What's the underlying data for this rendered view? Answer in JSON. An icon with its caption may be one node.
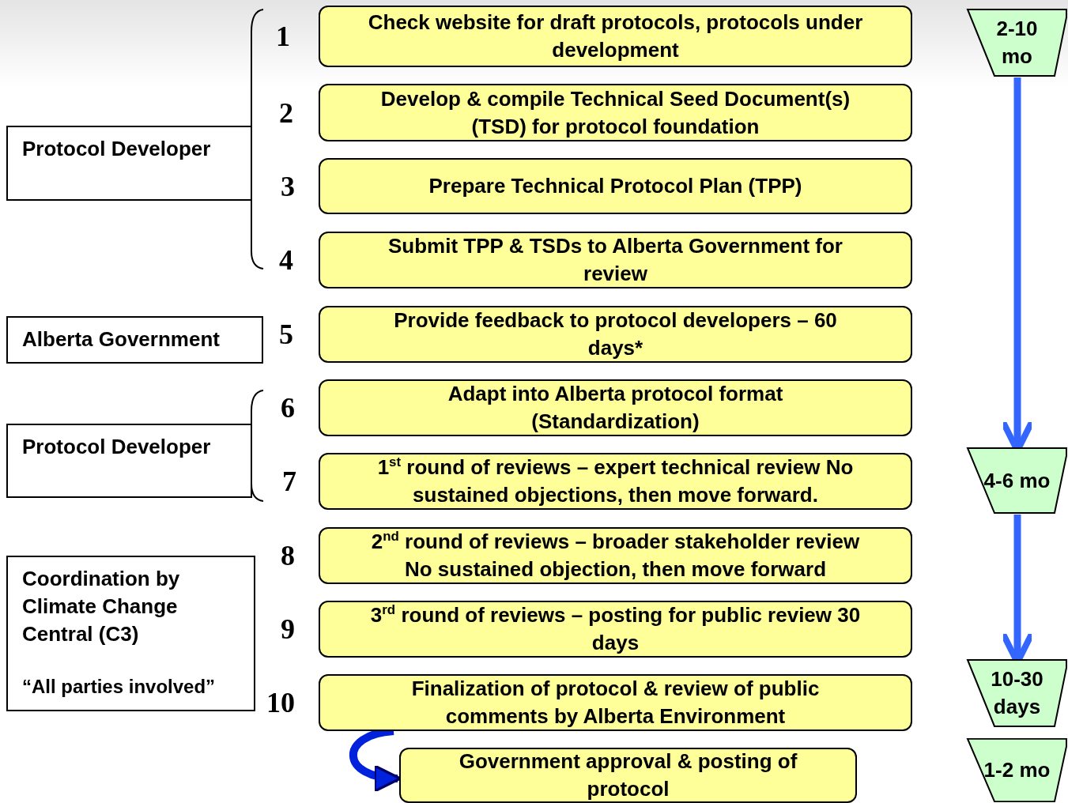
{
  "diagram": {
    "nodes": [
      {
        "text": [
          "Protocol Developer"
        ]
      },
      {
        "text": [
          "Alberta Government"
        ]
      },
      {
        "text": [
          "Protocol Developer"
        ]
      },
      {
        "text": [
          "Coordination by Climate Change Central (C3)",
          "“All parties involved”"
        ]
      },
      {
        "text": [
          "Check website for draft protocols, protocols under development"
        ],
        "beside": [
          "1"
        ]
      },
      {
        "text": [
          "Develop & compile Technical Seed Document(s) (TSD) for protocol foundation"
        ],
        "beside": [
          "2"
        ]
      },
      {
        "text": [
          "Prepare Technical Protocol Plan (TPP)"
        ],
        "beside": [
          "3"
        ]
      },
      {
        "text": [
          "Submit TPP & TSDs to Alberta Government for review"
        ],
        "beside": [
          "4"
        ]
      },
      {
        "text": [
          "Provide feedback to protocol developers – 60 days*"
        ],
        "beside": [
          "5"
        ]
      },
      {
        "text": [
          "Adapt into Alberta protocol format (Standardization)"
        ],
        "beside": [
          "6"
        ]
      },
      {
        "text": [
          "1$^{st}$ round of reviews – expert technical review No sustained objections, then move forward."
        ],
        "beside": [
          "7"
        ]
      },
      {
        "text": [
          "2$^{nd}$ round of reviews – broader stakeholder review No sustained objection, then move forward"
        ],
        "beside": [
          "8"
        ]
      },
      {
        "text": [
          "3$^{rd}$ round of reviews – posting for public review 30 days"
        ],
        "beside": [
          "9"
        ]
      },
      {
        "text": [
          "Finalization of protocol & review of public comments by Alberta Environment"
        ],
        "beside": [
          "10"
        ]
      },
      {
        "text": [
          "Government approval & posting of protocol"
        ]
      },
      {
        "text": [
          "2-10 mo"
        ]
      },
      {
        "text": [
          "4-6 mo"
        ]
      },
      {
        "text": [
          "10-30 days"
        ]
      },
      {
        "text": [
          "1-2 mo"
        ]
      }
    ],
    "edges": [
      {
        "from": 15,
        "to": 16,
        "arrow": "to"
      },
      {
        "from": 16,
        "to": 17,
        "arrow": "to"
      },
      {
        "from": 13,
        "to": 14,
        "arrow": "to"
      }
    ]
  }
}
